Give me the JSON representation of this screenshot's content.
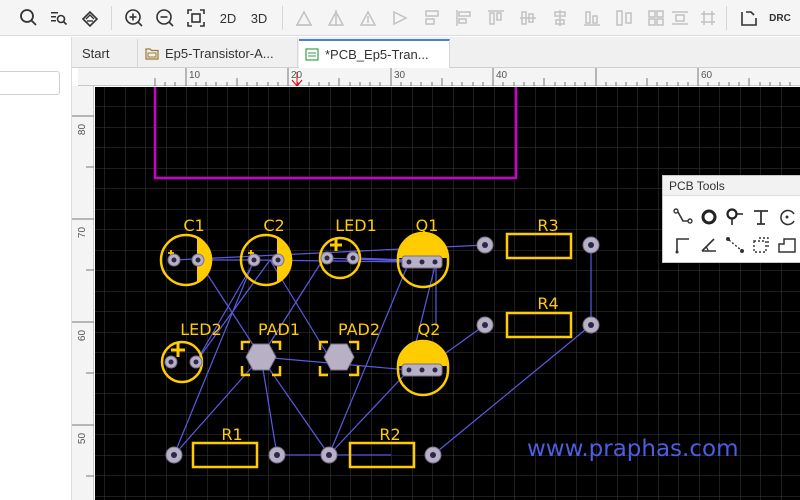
{
  "toolbar": {
    "buttons": [
      {
        "name": "search-icon",
        "label": ""
      },
      {
        "name": "find-component-icon",
        "label": ""
      },
      {
        "name": "layers-icon",
        "label": ""
      },
      {
        "name": "zoom-in-icon",
        "label": ""
      },
      {
        "name": "zoom-out-icon",
        "label": ""
      },
      {
        "name": "fit-view-icon",
        "label": ""
      }
    ],
    "view_2d_label": "2D",
    "view_3d_label": "3D",
    "drc_label": "DRC"
  },
  "tabs": [
    {
      "label": "Start"
    },
    {
      "label": "Ep5-Transistor-A..."
    },
    {
      "label": "*PCB_Ep5-Tran..."
    }
  ],
  "ruler": {
    "top_labels": [
      "10",
      "20",
      "30",
      "40",
      "60"
    ],
    "left_labels": [
      "80",
      "70",
      "60",
      "50"
    ]
  },
  "components": {
    "c1": "C1",
    "c2": "C2",
    "led1": "LED1",
    "q1": "Q1",
    "r3": "R3",
    "r4": "R4",
    "led2": "LED2",
    "pad1": "PAD1",
    "pad2": "PAD2",
    "q2": "Q2",
    "r1": "R1",
    "r2": "R2"
  },
  "pcb_tools": {
    "title": "PCB Tools",
    "tools": [
      "track-icon",
      "pad-icon",
      "via-icon",
      "text-icon",
      "arc-icon",
      "line-icon",
      "angle-icon",
      "connect-icon",
      "region-icon",
      "fill-icon"
    ]
  },
  "watermark": "www.praphas.com",
  "colors": {
    "canvas": "#000000",
    "grid": "#3a3a3a",
    "silkscreen": "#ffcc00",
    "outline": "#cc00cc",
    "ratsnest": "#5a5ae0",
    "pad": "#b0a8c0",
    "watermark": "#4a5fe0"
  }
}
